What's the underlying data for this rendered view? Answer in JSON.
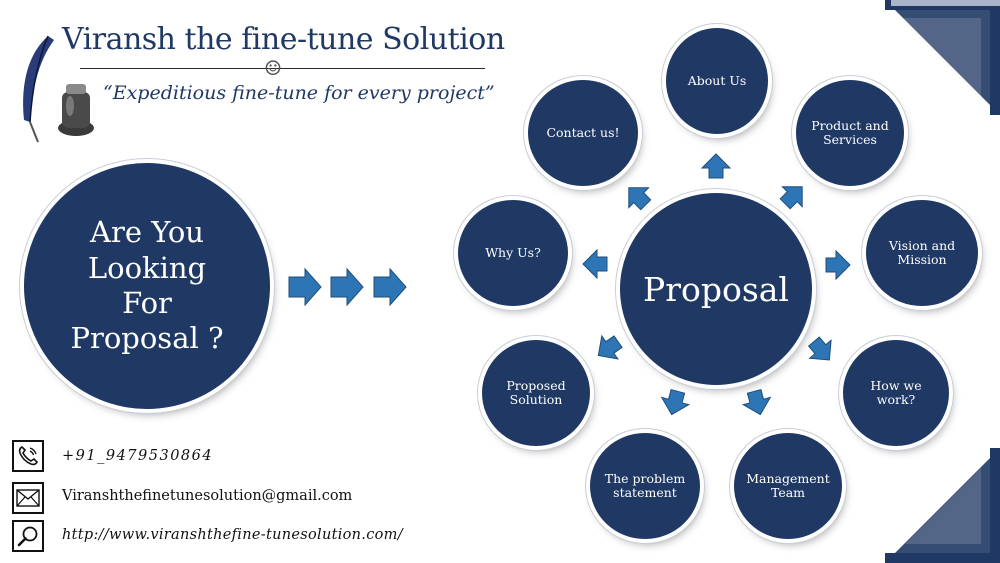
{
  "brand": {
    "title": "Viransh the fine-tune Solution",
    "smiley": "☺",
    "tagline": "“Expeditious fine-tune for every project”"
  },
  "hero": {
    "line1": "Are You",
    "line2": "Looking",
    "line3": "For",
    "line4": "Proposal ?"
  },
  "center": {
    "label": "Proposal"
  },
  "nodes": {
    "about": "About Us",
    "products_1": "Product and",
    "products_2": "Services",
    "vision_1": "Vision and",
    "vision_2": "Mission",
    "how_1": "How we",
    "how_2": "work?",
    "management_1": "Management",
    "management_2": "Team",
    "problem_1": "The problem",
    "problem_2": "statement",
    "solution_1": "Proposed",
    "solution_2": "Solution",
    "why": "Why Us?",
    "contact": "Contact us!"
  },
  "contact": {
    "phone": "+91_9479530864",
    "email": "Viranshthefinetunesolution@gmail.com",
    "website": "http://www.viranshthefine-tunesolution.com/"
  },
  "colors": {
    "navy": "#1f3864",
    "arrow": "#2e75b6"
  }
}
